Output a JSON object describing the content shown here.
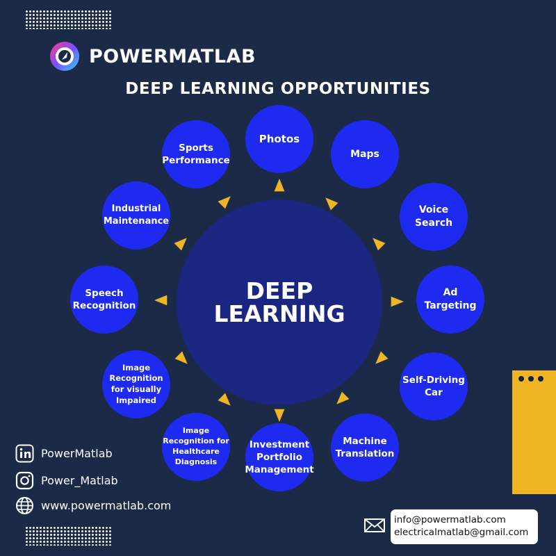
{
  "brand": {
    "name": "POWERMATLAB"
  },
  "title": "DEEP LEARNING OPPORTUNITIES",
  "colors": {
    "background": "#1b2a47",
    "node": "#1e2af0",
    "center": "#1b2680",
    "arrow": "#efb524",
    "panel": "#efb524"
  },
  "center": {
    "label": "DEEP\nLEARNING"
  },
  "nodes": [
    {
      "label": "Photos"
    },
    {
      "label": "Maps"
    },
    {
      "label": "Voice\nSearch"
    },
    {
      "label": "Ad\nTargeting"
    },
    {
      "label": "Self-Driving\nCar"
    },
    {
      "label": "Machine\nTranslation"
    },
    {
      "label": "Investment\nPortfolio\nManagement"
    },
    {
      "label": "Image\nRecognition for\nHealthcare\nDiagnosis"
    },
    {
      "label": "Image\nRecognition\nfor visually\nImpaired"
    },
    {
      "label": "Speech\nRecognition"
    },
    {
      "label": "Industrial\nMaintenance"
    },
    {
      "label": "Sports\nPerformance"
    }
  ],
  "social": {
    "linkedin": {
      "text": "PowerMatlab",
      "icon": "linkedin-icon"
    },
    "instagram": {
      "text": "Power_Matlab",
      "icon": "instagram-icon"
    },
    "website": {
      "text": "www.powermatlab.com",
      "icon": "globe-icon"
    }
  },
  "contact": {
    "icon": "mail-icon",
    "email1": "info@powermatlab.com",
    "email2": "electricalmatlab@gmail.com"
  }
}
